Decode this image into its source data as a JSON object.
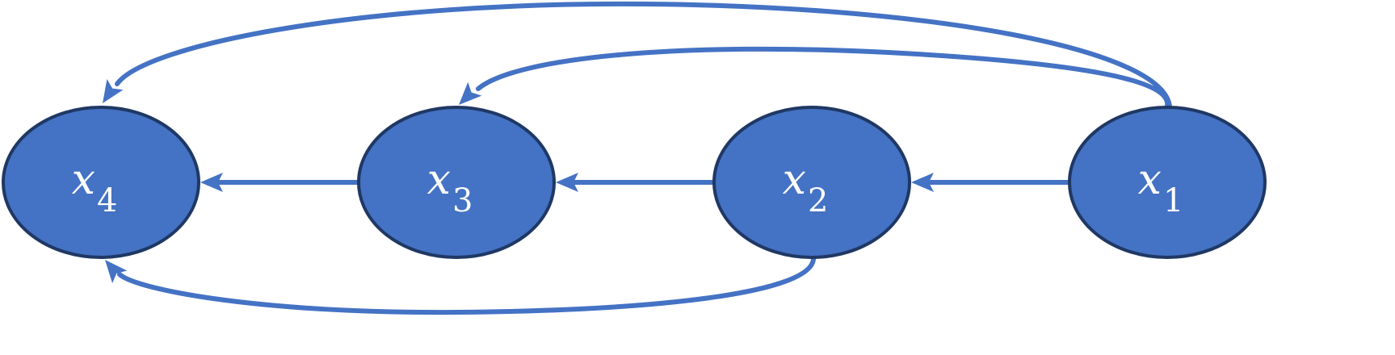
{
  "colors": {
    "node_fill": "#4472c4",
    "node_stroke": "#1f3864",
    "edge": "#4472c4",
    "label": "#ffffff"
  },
  "nodes": [
    {
      "id": "x1",
      "variable": "x",
      "subscript": "1"
    },
    {
      "id": "x2",
      "variable": "x",
      "subscript": "2"
    },
    {
      "id": "x3",
      "variable": "x",
      "subscript": "3"
    },
    {
      "id": "x4",
      "variable": "x",
      "subscript": "4"
    }
  ],
  "edges": [
    {
      "from": "x1",
      "to": "x2"
    },
    {
      "from": "x2",
      "to": "x3"
    },
    {
      "from": "x3",
      "to": "x4"
    },
    {
      "from": "x1",
      "to": "x3"
    },
    {
      "from": "x1",
      "to": "x4"
    },
    {
      "from": "x2",
      "to": "x4"
    }
  ]
}
